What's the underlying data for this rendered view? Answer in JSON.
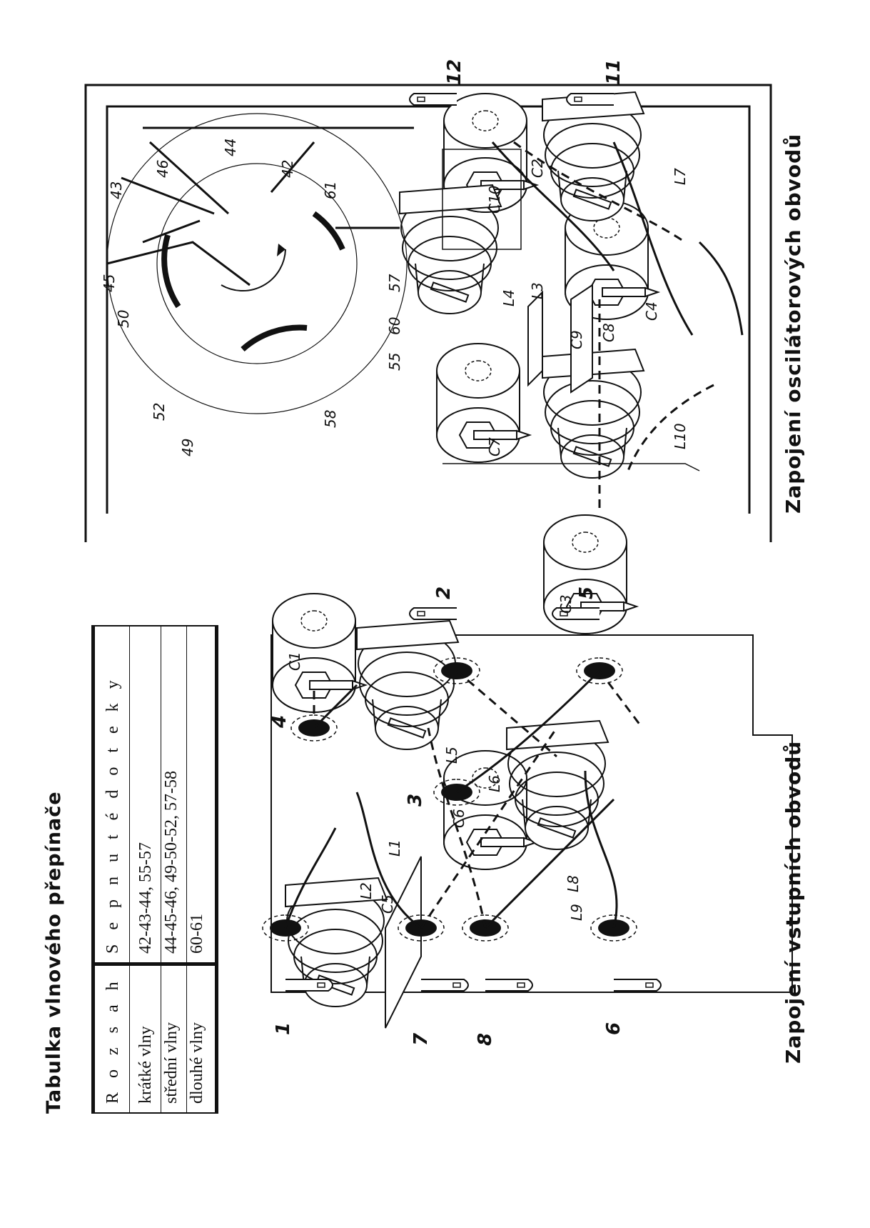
{
  "table": {
    "title": "Tabulka vlnového přepínače",
    "headers": [
      "R o z s a h",
      "S e p n u t é  d o t e k y"
    ],
    "rows": [
      {
        "range": "krátké vlny",
        "contacts": "42-43-44,  55-57"
      },
      {
        "range": "střední vlny",
        "contacts": "44-45-46,  49-50-52,  57-58"
      },
      {
        "range": "dlouhé vlny",
        "contacts": "60-61"
      }
    ]
  },
  "captions": {
    "input_circuits": "Zapojení vstupních obvodů",
    "oscillator_circuits": "Zapojení oscilátorových obvodů"
  },
  "input_diagram": {
    "components": [
      "C1",
      "C3",
      "C5",
      "C6",
      "L1",
      "L2",
      "L5",
      "L6",
      "L8",
      "L9"
    ],
    "terminals": [
      "1",
      "2",
      "3",
      "4",
      "5",
      "6",
      "7",
      "8"
    ]
  },
  "oscillator_diagram": {
    "components": [
      "C2",
      "C4",
      "C7",
      "C8",
      "C9",
      "C10",
      "L3",
      "L4",
      "L7",
      "L10"
    ],
    "terminals": [
      "11",
      "12"
    ],
    "switch_contacts": [
      "42",
      "43",
      "44",
      "45",
      "46",
      "49",
      "50",
      "52",
      "55",
      "57",
      "58",
      "60",
      "61"
    ]
  }
}
